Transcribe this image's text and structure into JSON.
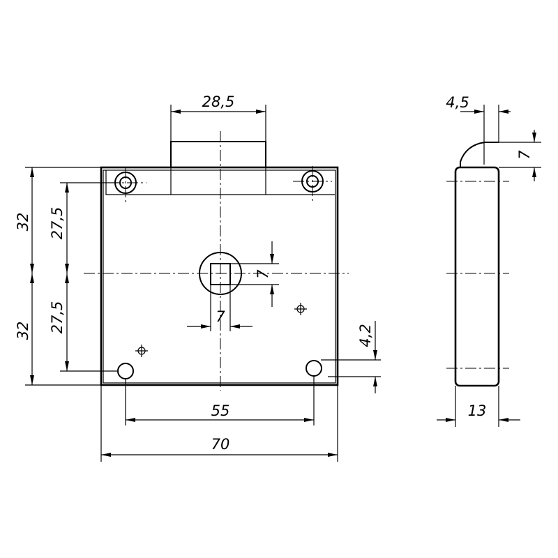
{
  "dimensions": {
    "bolt_width": "28,5",
    "half_height_top": "32",
    "half_height_bottom": "32",
    "screw_offset_top": "27,5",
    "screw_offset_bottom": "27,5",
    "square_height": "7",
    "square_width": "7",
    "screw_spacing": "55",
    "case_width": "70",
    "bolt_offset_side": "4,2",
    "side_bolt_width": "4,5",
    "side_bolt_height": "7",
    "case_depth": "13"
  }
}
